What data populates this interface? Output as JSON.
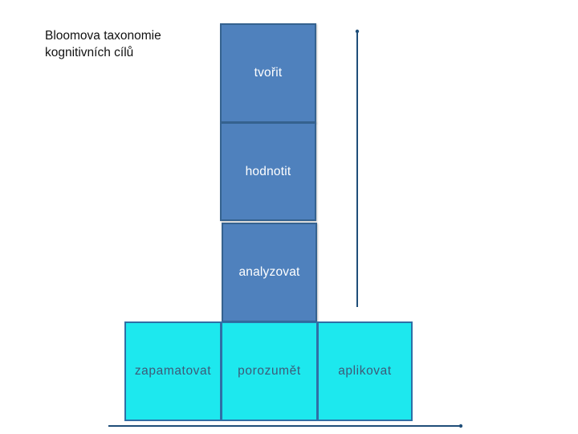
{
  "title": {
    "line1": "Bloomova taxonomie",
    "line2": "kognitivních cílů"
  },
  "higher_levels": [
    {
      "label": "tvořit"
    },
    {
      "label": "hodnotit"
    },
    {
      "label": "analyzovat"
    }
  ],
  "base_levels": [
    {
      "label": "zapamatovat"
    },
    {
      "label": "porozumět"
    },
    {
      "label": "aplikovat"
    }
  ],
  "colors": {
    "dark_block": "#4f81bd",
    "light_block": "#1de8ee",
    "axis": "#1f4e79"
  }
}
